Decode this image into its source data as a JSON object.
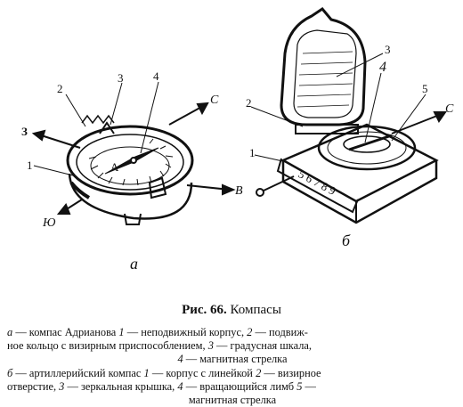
{
  "figure": {
    "part_a_label": "а",
    "part_b_label": "б",
    "labels_a": [
      "1",
      "2",
      "3",
      "4"
    ],
    "dir_a_west": "З",
    "dir_a_north": "С",
    "dir_a_east": "В",
    "dir_a_south": "Ю",
    "labels_b": [
      "1",
      "2",
      "3",
      "4",
      "5"
    ],
    "dir_b_north": "С",
    "dial_a_text": "А",
    "ruler_marks": "5 6 7 8 9"
  },
  "caption": {
    "prefix": "Рис. 66.",
    "title": "Компасы"
  },
  "legend": {
    "a_letter": "а",
    "a_text_1": "— компас Адрианова",
    "a_n1": "1",
    "a_t1": "— неподвижный корпус,",
    "a_n2": "2",
    "a_t2": "— подвиж-",
    "a_line2": "ное кольцо с визирным приспособлением,",
    "a_n3": "3",
    "a_t3": "— градусная шкала,",
    "a_n4": "4",
    "a_t4": "— магнитная стрелка",
    "b_letter": "б",
    "b_text_1": "— артиллерийский компас",
    "b_n1": "1",
    "b_t1": "— корпус с линейкой",
    "b_n2": "2",
    "b_t2": "— визирное",
    "b_line2a": "отверстие,",
    "b_n3": "3",
    "b_t3": "— зеркальная крышка,",
    "b_n4": "4",
    "b_t4": "— вращающийся лимб",
    "b_n5": "5",
    "b_t5": "—",
    "b_line3": "магнитная стрелка"
  }
}
